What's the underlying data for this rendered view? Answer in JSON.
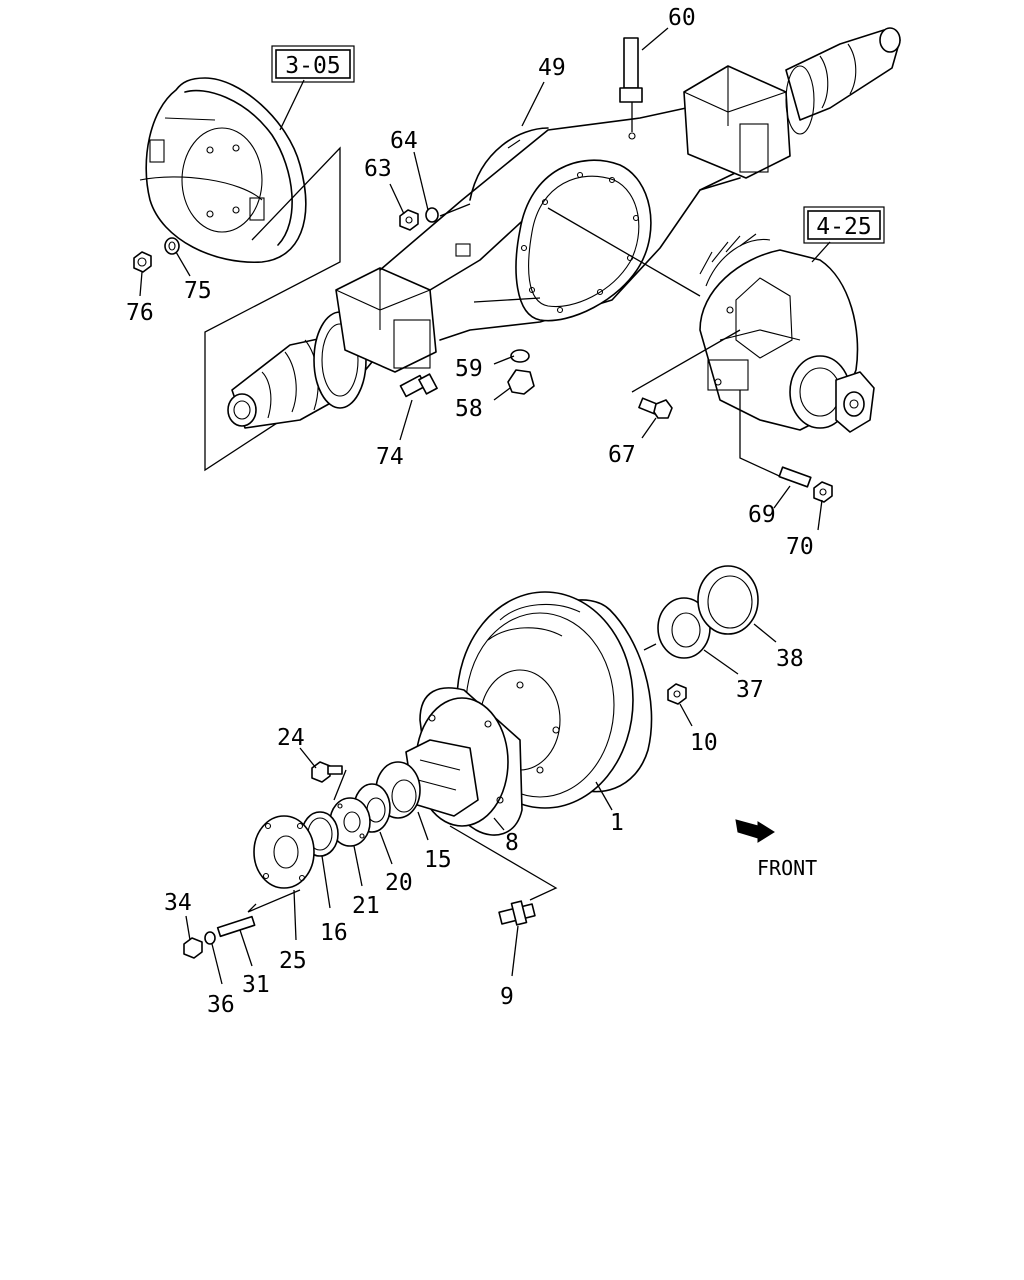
{
  "diagram": {
    "ref_boxes": [
      {
        "id": "ref-3-05",
        "text": "3-05"
      },
      {
        "id": "ref-4-25",
        "text": "4-25"
      }
    ],
    "callouts": [
      {
        "id": "60",
        "text": "60"
      },
      {
        "id": "49",
        "text": "49"
      },
      {
        "id": "64",
        "text": "64"
      },
      {
        "id": "63",
        "text": "63"
      },
      {
        "id": "75",
        "text": "75"
      },
      {
        "id": "76",
        "text": "76"
      },
      {
        "id": "59",
        "text": "59"
      },
      {
        "id": "58",
        "text": "58"
      },
      {
        "id": "74",
        "text": "74"
      },
      {
        "id": "67",
        "text": "67"
      },
      {
        "id": "69",
        "text": "69"
      },
      {
        "id": "70",
        "text": "70"
      },
      {
        "id": "38",
        "text": "38"
      },
      {
        "id": "37",
        "text": "37"
      },
      {
        "id": "10",
        "text": "10"
      },
      {
        "id": "1",
        "text": "1"
      },
      {
        "id": "8",
        "text": "8"
      },
      {
        "id": "15",
        "text": "15"
      },
      {
        "id": "20",
        "text": "20"
      },
      {
        "id": "21",
        "text": "21"
      },
      {
        "id": "24",
        "text": "24"
      },
      {
        "id": "16",
        "text": "16"
      },
      {
        "id": "25",
        "text": "25"
      },
      {
        "id": "31",
        "text": "31"
      },
      {
        "id": "34",
        "text": "34"
      },
      {
        "id": "36",
        "text": "36"
      },
      {
        "id": "9",
        "text": "9"
      }
    ],
    "direction_label": "FRONT"
  }
}
